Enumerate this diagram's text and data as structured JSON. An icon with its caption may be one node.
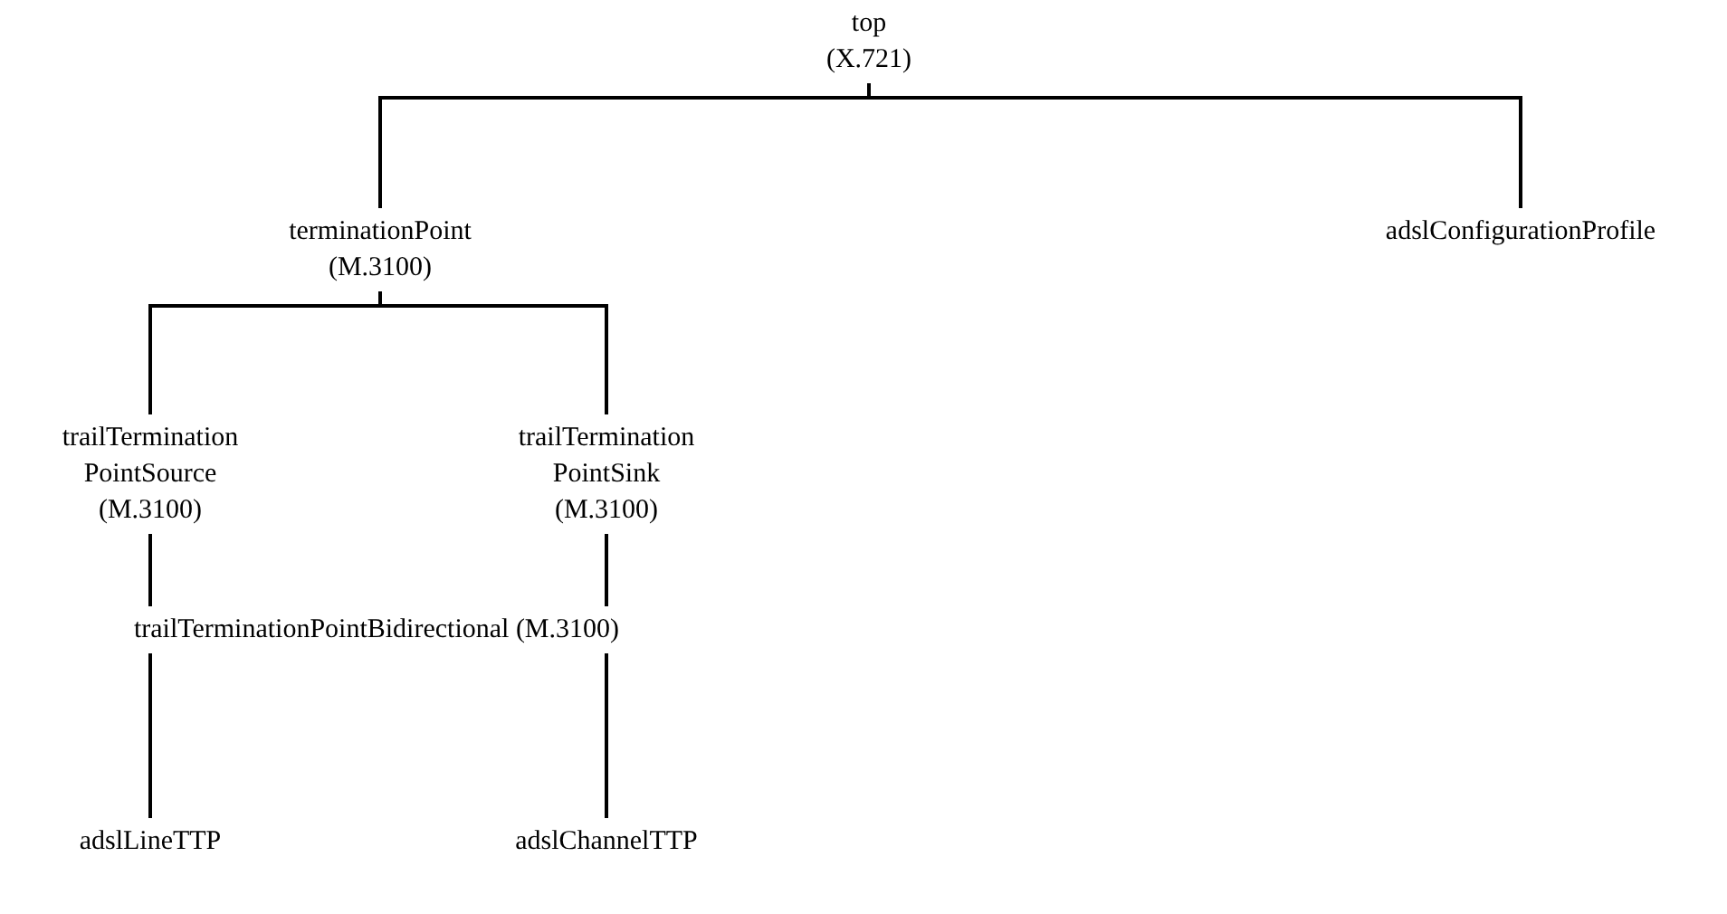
{
  "diagram": {
    "nodes": [
      {
        "text": [
          "top (X.721)"
        ]
      },
      {
        "text": [
          "terminationPoint (M.3100)"
        ]
      },
      {
        "text": [
          "adslConfigurationProfile"
        ]
      },
      {
        "text": [
          "trailTermination PointSource (M.3100)"
        ]
      },
      {
        "text": [
          "trailTermination PointSink (M.3100)"
        ]
      },
      {
        "text": [
          "trailTerminationPointBidirectional (M.3100)"
        ]
      },
      {
        "text": [
          "adslLineTTP"
        ]
      },
      {
        "text": [
          "adslChannelTTP"
        ]
      }
    ],
    "edges": [
      {
        "from": 0,
        "to": 1,
        "arrow": "none"
      },
      {
        "from": 0,
        "to": 2,
        "arrow": "none"
      },
      {
        "from": 1,
        "to": 3,
        "arrow": "none"
      },
      {
        "from": 1,
        "to": 4,
        "arrow": "none"
      },
      {
        "from": 3,
        "to": 5,
        "arrow": "none"
      },
      {
        "from": 4,
        "to": 5,
        "arrow": "none"
      },
      {
        "from": 5,
        "to": 6,
        "arrow": "none"
      },
      {
        "from": 5,
        "to": 7,
        "arrow": "none"
      }
    ]
  }
}
